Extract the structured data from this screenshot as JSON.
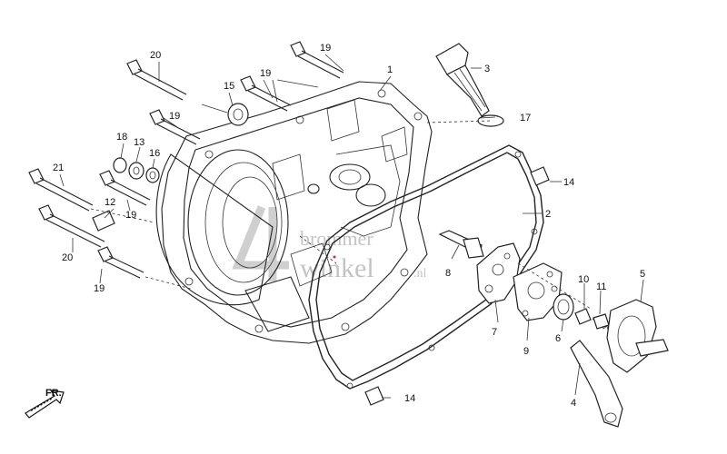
{
  "diagram": {
    "labels": {
      "p1": "1",
      "p2": "2",
      "p3": "3",
      "p4": "4",
      "p5": "5",
      "p6": "6",
      "p7": "7",
      "p8": "8",
      "p9": "9",
      "p10": "10",
      "p11": "11",
      "p12": "12",
      "p13": "13",
      "p14a": "14",
      "p14b": "14",
      "p15": "15",
      "p16": "16",
      "p17": "17",
      "p18": "18",
      "p19a": "19",
      "p19b": "19",
      "p19c": "19",
      "p19d": "19",
      "p19e": "19",
      "p20a": "20",
      "p20b": "20",
      "p21": "21"
    },
    "front_marker": "FR.",
    "watermark": {
      "line1": "brommer",
      "line2": "winkel",
      "suffix": ".nl"
    }
  }
}
